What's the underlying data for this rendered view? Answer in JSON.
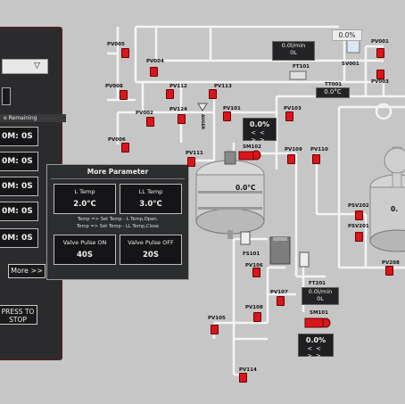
{
  "left_panel": {
    "header": "e Remaining",
    "times": [
      "0M: 0S",
      "0M: 0S",
      "0M: 0S",
      "0M: 0S",
      "0M: 0S"
    ],
    "more_label": "More >>",
    "stop_label": "PRESS TO STOP"
  },
  "more_param": {
    "title": "More Parameter",
    "l_temp_label": "L Temp",
    "l_temp_value": "2.0°C",
    "ll_temp_label": "LL Temp",
    "ll_temp_value": "3.0°C",
    "note1": "Temp => Set Temp - L Temp,Open.",
    "note2": "Temp => Set Temp - LL Temp,Close",
    "pulse_on_label": "Valve Pulse ON",
    "pulse_on_value": "40S",
    "pulse_off_label": "Valve Pulse OFF",
    "pulse_off_value": "20S"
  },
  "tags": {
    "pv005": "PV005",
    "pv004": "PV004",
    "pv008": "PV008",
    "pv112": "PV112",
    "pv113": "PV113",
    "pv002": "PV002",
    "pv124": "PV124",
    "pv101": "PV101",
    "pv103": "PV103",
    "pv006": "PV006",
    "pv111": "PV111",
    "pv109": "PV109",
    "pv110": "PV110",
    "pv106": "PV106",
    "pv107": "PV107",
    "pv108": "PV108",
    "pv105": "PV105",
    "pv114": "PV114",
    "pv001": "PV001",
    "pv003": "PV003",
    "pv208": "PV208",
    "psv202": "PSV202",
    "psv201": "PSV201",
    "fs101": "FS101",
    "ft101": "FT101",
    "ft201": "FT201",
    "sm102": "SM102",
    "sm101": "SM101",
    "sv001": "SV001",
    "tt001": "TT001",
    "auger": "AUGER"
  },
  "readouts": {
    "flow_top": "0.0l/min",
    "flow_top_total": "0L",
    "sv_pct": "0.0%",
    "tt001_value": "0.0°C",
    "ctrl_mid_pct": "0.0%",
    "tank_temp": "0.0°C",
    "flow_bottom": "0.0l/min",
    "flow_bottom_total": "0L",
    "ctrl_bottom_pct": "0.0%",
    "right_tank_label": "0."
  },
  "colors": {
    "valve": "#d9161b",
    "pipe": "#f4f4f4",
    "panel": "#2b2b2d"
  }
}
